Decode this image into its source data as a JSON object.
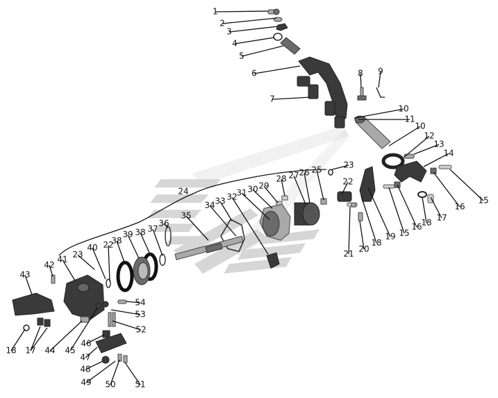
{
  "diagram": {
    "callouts": [
      "1",
      "2",
      "3",
      "4",
      "5",
      "6",
      "7",
      "8",
      "9",
      "10",
      "10",
      "11",
      "12",
      "13",
      "14",
      "15",
      "15",
      "16",
      "16",
      "17",
      "18",
      "18",
      "19",
      "20",
      "21",
      "22",
      "22",
      "23",
      "23",
      "24",
      "25",
      "26",
      "27",
      "28",
      "29",
      "30",
      "31",
      "32",
      "33",
      "34",
      "35",
      "36",
      "37",
      "38",
      "38",
      "39",
      "40",
      "41",
      "42",
      "43",
      "44",
      "45",
      "46",
      "47",
      "48",
      "49",
      "50",
      "51",
      "52",
      "53",
      "54",
      "17",
      "18"
    ]
  },
  "colors": {
    "background": "#ffffff",
    "parts": "#3a3a3a",
    "watermark": "#d6d6d6",
    "labels": "#111111"
  }
}
